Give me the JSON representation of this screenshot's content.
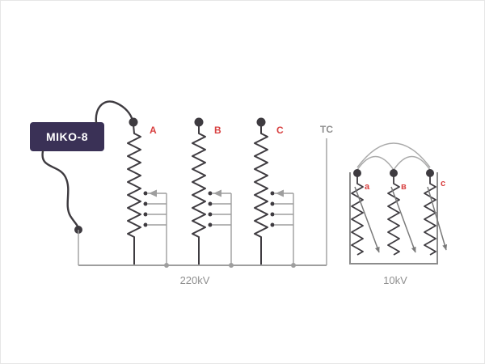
{
  "diagram": {
    "device_label": "MIKO-8",
    "hv_side": {
      "phase_labels": [
        "A",
        "B",
        "C"
      ],
      "voltage_label": "220kV"
    },
    "lv_side": {
      "transformer_label": "TC",
      "phase_labels": [
        "a",
        "в",
        "c"
      ],
      "voltage_label": "10kV"
    },
    "colors": {
      "ink": "#3e3b40",
      "line_gray": "#9e9e9e",
      "red": "#d84040",
      "device_box": "#3a3156",
      "label_gray": "#8f8f8f"
    }
  }
}
